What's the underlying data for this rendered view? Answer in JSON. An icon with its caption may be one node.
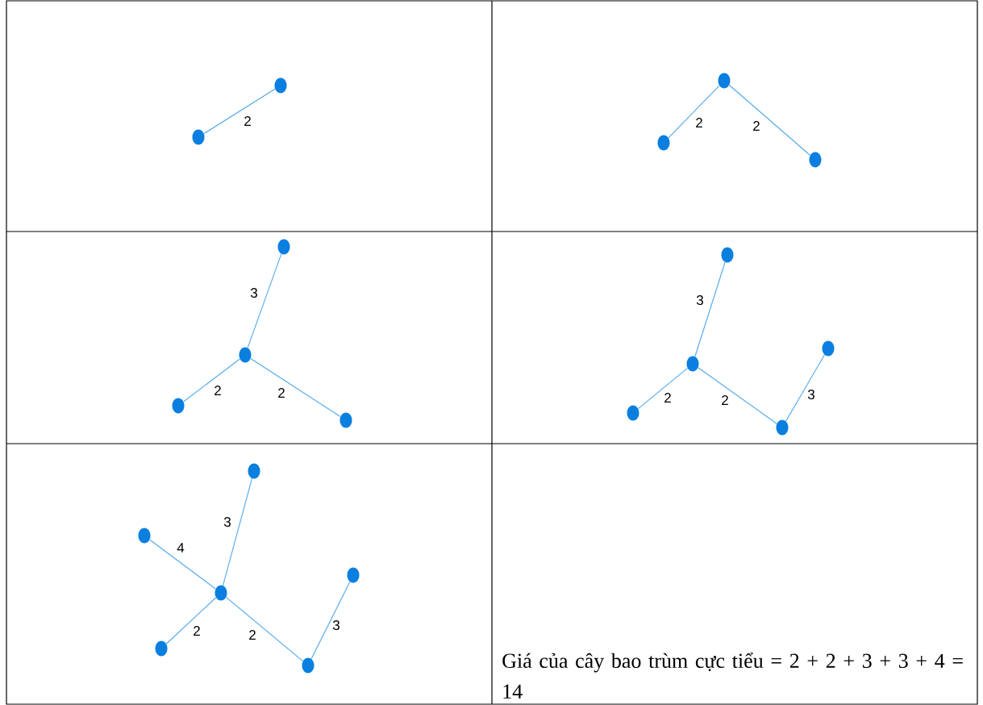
{
  "diagram": {
    "nodes": [
      {
        "text": [],
        "shape": "circle"
      },
      {
        "text": [],
        "shape": "circle"
      },
      {
        "text": [],
        "shape": "circle"
      },
      {
        "text": [],
        "shape": "circle"
      },
      {
        "text": [],
        "shape": "circle"
      },
      {
        "text": [],
        "shape": "circle"
      },
      {
        "text": [],
        "shape": "circle"
      },
      {
        "text": [],
        "shape": "circle"
      },
      {
        "text": [],
        "shape": "circle"
      },
      {
        "text": [],
        "shape": "circle"
      },
      {
        "text": [],
        "shape": "circle"
      },
      {
        "text": [],
        "shape": "circle"
      },
      {
        "text": [],
        "shape": "circle"
      },
      {
        "text": [],
        "shape": "circle"
      },
      {
        "text": [],
        "shape": "circle"
      },
      {
        "text": [],
        "shape": "circle"
      },
      {
        "text": [],
        "shape": "circle"
      },
      {
        "text": [],
        "shape": "circle"
      },
      {
        "text": [],
        "shape": "circle"
      },
      {
        "text": [],
        "shape": "circle"
      }
    ],
    "edges": [
      {
        "from": 0,
        "to": 1,
        "arrow": "none",
        "label": "2"
      },
      {
        "from": 2,
        "to": 3,
        "arrow": "none",
        "label": "2"
      },
      {
        "from": 2,
        "to": 4,
        "arrow": "none",
        "label": "2"
      },
      {
        "from": 6,
        "to": 5,
        "arrow": "none",
        "label": "3"
      },
      {
        "from": 6,
        "to": 7,
        "arrow": "none",
        "label": "2"
      },
      {
        "from": 6,
        "to": 8,
        "arrow": "none",
        "label": "2"
      },
      {
        "from": 10,
        "to": 9,
        "arrow": "none",
        "label": "3"
      },
      {
        "from": 10,
        "to": 12,
        "arrow": "none",
        "label": "2"
      },
      {
        "from": 10,
        "to": 13,
        "arrow": "none",
        "label": "2"
      },
      {
        "from": 13,
        "to": 11,
        "arrow": "none",
        "label": "3"
      },
      {
        "from": 17,
        "to": 14,
        "arrow": "none",
        "label": "3"
      },
      {
        "from": 15,
        "to": 17,
        "arrow": "none",
        "label": "4"
      },
      {
        "from": 17,
        "to": 18,
        "arrow": "none",
        "label": "2"
      },
      {
        "from": 17,
        "to": 19,
        "arrow": "none",
        "label": "2"
      },
      {
        "from": 19,
        "to": 16,
        "arrow": "none",
        "label": "3"
      }
    ],
    "labels": [
      "Giá của cây bao trùm cực tiểu = 2 + 2 + 3 + 3 + 4 = 14"
    ]
  }
}
